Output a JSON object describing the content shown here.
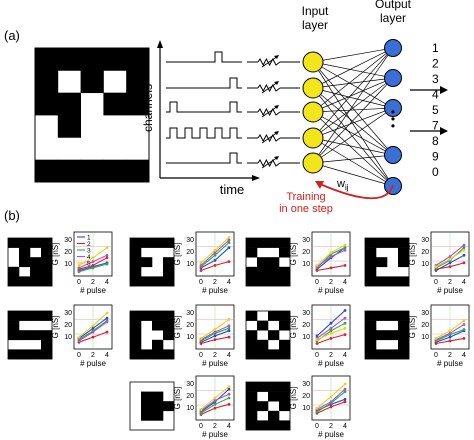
{
  "panel_a": {
    "label": "(a)",
    "digit_grid": [
      [
        1,
        1,
        1,
        1,
        1
      ],
      [
        1,
        0,
        1,
        0,
        1
      ],
      [
        1,
        1,
        0,
        1,
        1
      ],
      [
        0,
        1,
        0,
        0,
        0
      ],
      [
        0,
        0,
        0,
        0,
        0
      ],
      [
        1,
        1,
        1,
        1,
        1
      ]
    ],
    "channels_label": "channels",
    "time_label": "time",
    "pulse_trains": [
      [
        3
      ],
      [
        4
      ],
      [
        0,
        4
      ],
      [
        0,
        1,
        2,
        3,
        4
      ],
      [
        4
      ]
    ],
    "input_layer_label": "Input\nlayer",
    "output_layer_label": "Output\nlayer",
    "output_numbers": [
      "1",
      "2",
      "3",
      "4",
      "5",
      "7",
      "8",
      "9",
      "0"
    ],
    "weight_label": "w",
    "weight_sub": "ij",
    "training_label": "Training\nin one step",
    "dots": "•\n•\n•",
    "colors": {
      "input_node": "#f2e61a",
      "output_node": "#3b6fd6",
      "training": "#d32020"
    }
  },
  "panel_b": {
    "label": "(b)",
    "ylabel": "G [nS]",
    "xlabel": "# pulse",
    "y_ticks": [
      "30",
      "20",
      "10"
    ],
    "x_ticks": [
      "0",
      "2",
      "4"
    ],
    "legend": [
      "1",
      "2",
      "3",
      "4",
      "5"
    ],
    "series_colors": [
      "#1f4fd8",
      "#e0202f",
      "#22b04b",
      "#b44fd0",
      "#e8d21a"
    ],
    "digits": [
      [
        [
          1,
          1,
          1,
          1
        ],
        [
          0,
          1,
          0,
          1
        ],
        [
          0,
          1,
          1,
          1
        ],
        [
          1,
          0,
          1,
          1
        ],
        [
          1,
          1,
          1,
          1
        ]
      ],
      [
        [
          1,
          1,
          1,
          1
        ],
        [
          1,
          0,
          0,
          0
        ],
        [
          1,
          1,
          0,
          1
        ],
        [
          1,
          0,
          0,
          1
        ],
        [
          1,
          1,
          1,
          1
        ]
      ],
      [
        [
          1,
          1,
          1,
          1
        ],
        [
          1,
          0,
          0,
          1
        ],
        [
          0,
          1,
          1,
          0
        ],
        [
          1,
          1,
          1,
          1
        ],
        [
          1,
          1,
          1,
          1
        ]
      ],
      [
        [
          1,
          1,
          1,
          1
        ],
        [
          1,
          0,
          0,
          1
        ],
        [
          1,
          1,
          0,
          1
        ],
        [
          1,
          0,
          0,
          0
        ],
        [
          1,
          1,
          1,
          1
        ]
      ],
      [
        [
          1,
          1,
          1,
          1
        ],
        [
          1,
          0,
          0,
          0
        ],
        [
          1,
          1,
          1,
          1
        ],
        [
          0,
          0,
          0,
          1
        ],
        [
          1,
          1,
          1,
          1
        ]
      ],
      [
        [
          1,
          1,
          1,
          1
        ],
        [
          1,
          0,
          1,
          1
        ],
        [
          1,
          0,
          0,
          1
        ],
        [
          1,
          0,
          1,
          0
        ],
        [
          1,
          1,
          1,
          1
        ]
      ],
      [
        [
          1,
          0,
          1,
          1
        ],
        [
          0,
          1,
          0,
          1
        ],
        [
          1,
          0,
          1,
          0
        ],
        [
          1,
          1,
          0,
          1
        ],
        [
          1,
          1,
          1,
          1
        ]
      ],
      [
        [
          1,
          1,
          1,
          1
        ],
        [
          1,
          0,
          0,
          1
        ],
        [
          1,
          1,
          1,
          1
        ],
        [
          1,
          0,
          0,
          1
        ],
        [
          1,
          1,
          1,
          1
        ]
      ],
      [
        [
          0,
          0,
          0,
          0
        ],
        [
          0,
          1,
          1,
          0
        ],
        [
          0,
          1,
          1,
          1
        ],
        [
          0,
          1,
          1,
          0
        ],
        [
          0,
          0,
          0,
          0
        ]
      ],
      [
        [
          1,
          1,
          1,
          1
        ],
        [
          1,
          0,
          1,
          1
        ],
        [
          1,
          1,
          0,
          1
        ],
        [
          1,
          0,
          1,
          0
        ],
        [
          1,
          1,
          1,
          1
        ]
      ]
    ],
    "curves": [
      [
        [
          2,
          5,
          8
        ],
        [
          3,
          6,
          12
        ],
        [
          1,
          4,
          7
        ],
        [
          4,
          9,
          14
        ],
        [
          6,
          12,
          20
        ]
      ],
      [
        [
          4,
          10,
          20
        ],
        [
          2,
          6,
          9
        ],
        [
          5,
          14,
          24
        ],
        [
          6,
          16,
          26
        ],
        [
          8,
          18,
          28
        ]
      ],
      [
        [
          3,
          12,
          20
        ],
        [
          2,
          4,
          6
        ],
        [
          4,
          15,
          20
        ],
        [
          5,
          13,
          18
        ],
        [
          6,
          16,
          22
        ]
      ],
      [
        [
          2,
          8,
          14
        ],
        [
          3,
          5,
          8
        ],
        [
          4,
          10,
          20
        ],
        [
          6,
          13,
          22
        ],
        [
          5,
          11,
          18
        ]
      ],
      [
        [
          6,
          14,
          22
        ],
        [
          3,
          7,
          11
        ],
        [
          5,
          12,
          20
        ],
        [
          4,
          11,
          19
        ],
        [
          7,
          16,
          26
        ]
      ],
      [
        [
          3,
          8,
          12
        ],
        [
          2,
          5,
          7
        ],
        [
          4,
          10,
          14
        ],
        [
          5,
          11,
          16
        ],
        [
          6,
          13,
          21
        ]
      ],
      [
        [
          8,
          18,
          28
        ],
        [
          2,
          6,
          9
        ],
        [
          4,
          12,
          18
        ],
        [
          6,
          14,
          22
        ],
        [
          5,
          10,
          14
        ]
      ],
      [
        [
          3,
          7,
          12
        ],
        [
          2,
          4,
          6
        ],
        [
          4,
          9,
          13
        ],
        [
          5,
          10,
          17
        ],
        [
          6,
          12,
          20
        ]
      ],
      [
        [
          4,
          12,
          22
        ],
        [
          2,
          7,
          10
        ],
        [
          3,
          10,
          15
        ],
        [
          5,
          13,
          18
        ],
        [
          6,
          15,
          24
        ]
      ],
      [
        [
          5,
          10,
          14
        ],
        [
          3,
          8,
          12
        ],
        [
          4,
          11,
          20
        ],
        [
          6,
          12,
          22
        ],
        [
          7,
          16,
          26
        ]
      ]
    ]
  }
}
